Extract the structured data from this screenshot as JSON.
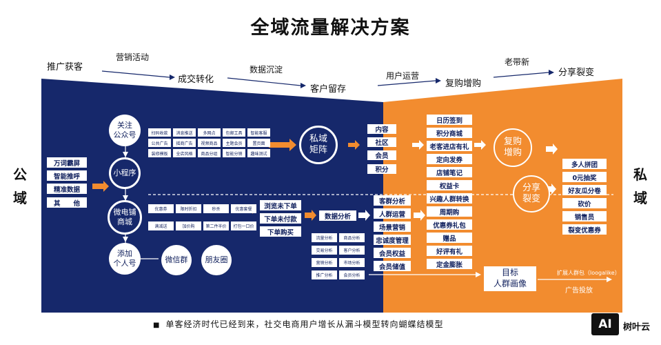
{
  "title": "全域流量解决方案",
  "stages_lower": [
    "推广获客",
    "成交转化",
    "客户留存",
    "复购增购",
    "分享裂变"
  ],
  "stages_upper": [
    "营销活动",
    "数据沉淀",
    "用户运营",
    "老带新"
  ],
  "sides": {
    "left": [
      "公",
      "域"
    ],
    "right": [
      "私",
      "域"
    ]
  },
  "left_list": [
    "万词霸屏",
    "智能推呼",
    "精准数据",
    "其　　他"
  ],
  "nodes": {
    "gzh": "关注\n公众号",
    "xcx": "小程序",
    "wdp": "微电铺\n商城",
    "grh": "添加\n个人号",
    "wxq": "微信群",
    "pyq": "朋友圈",
    "private": "私域\n矩阵",
    "repurchase": "复购\n增购",
    "share": "分享\n裂变"
  },
  "gzh_features": [
    "扫码收款",
    "消息推送",
    "多网点",
    "包邮工具",
    "智能客服",
    "公共广告",
    "摇商广告",
    "视频商品",
    "主题会员",
    "置页面",
    "装修模板",
    "全店风格",
    "商品分组",
    "智能分销",
    "趣味测试"
  ],
  "store_features": [
    "优惠券",
    "限时折扣",
    "秒杀",
    "优惠套餐",
    "满减送",
    "加价购",
    "第二件半价",
    "打包一口价"
  ],
  "order_states": [
    "浏览未下单",
    "下单未付款",
    "下单购买"
  ],
  "data_analysis": "数据分析",
  "analysis_grid": [
    "流量分析",
    "商品分析",
    "交易分析",
    "客户分析",
    "营销分析",
    "市场分析",
    "推广分析",
    "会员分析"
  ],
  "private_items": [
    "内容",
    "社区",
    "会员",
    "积分"
  ],
  "ops_list": [
    "客群分析",
    "人群运营",
    "场景营销",
    "忠诚度管理",
    "会员权益",
    "会员储值"
  ],
  "tools_list": [
    "日历签到",
    "积分商城",
    "老客进店有礼",
    "定向发券",
    "店铺笔记",
    "权益卡",
    "兴趣人群转换",
    "周期购",
    "优惠券礼包",
    "赠品",
    "好评有礼",
    "定金膨胀"
  ],
  "fission_list": [
    "多人拼团",
    "0元抽奖",
    "好友瓜分卷",
    "砍价",
    "销售员",
    "裂变优惠券"
  ],
  "target": "目标\n人群画像",
  "expand_label": "扩展人群包（loogalike）",
  "ad_label": "广告投放",
  "caption": "单客经济时代已经到来，社交电商用户增长从漏斗模型转向蝴蝶结模型",
  "bullet": "■",
  "logo": {
    "mark": "AI",
    "name": "树叶云"
  },
  "colors": {
    "navy": "#16286b",
    "orange": "#f28c2f"
  }
}
